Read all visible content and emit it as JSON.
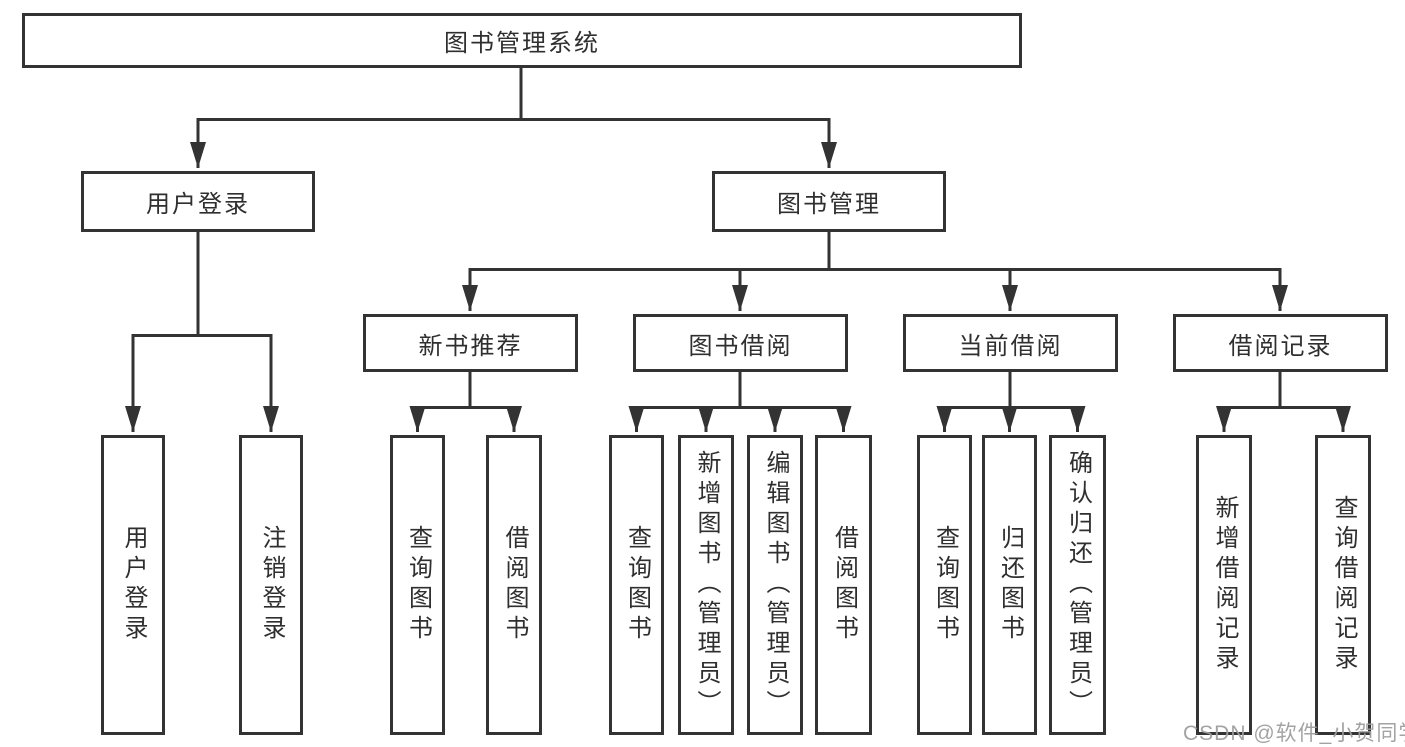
{
  "diagram_type": "hierarchy-tree",
  "tree": {
    "root": {
      "label": "图书管理系统"
    },
    "children": [
      {
        "label": "用户登录",
        "children": [
          {
            "label": "用户登录"
          },
          {
            "label": "注销登录"
          }
        ]
      },
      {
        "label": "图书管理",
        "children": [
          {
            "label": "新书推荐",
            "children": [
              {
                "label": "查询图书"
              },
              {
                "label": "借阅图书"
              }
            ]
          },
          {
            "label": "图书借阅",
            "children": [
              {
                "label": "查询图书"
              },
              {
                "label": "新增图书（管理员）"
              },
              {
                "label": "编辑图书（管理员）"
              },
              {
                "label": "借阅图书"
              }
            ]
          },
          {
            "label": "当前借阅",
            "children": [
              {
                "label": "查询图书"
              },
              {
                "label": "归还图书"
              },
              {
                "label": "确认归还（管理员）"
              }
            ]
          },
          {
            "label": "借阅记录",
            "children": [
              {
                "label": "新增借阅记录"
              },
              {
                "label": "查询借阅记录"
              }
            ]
          }
        ]
      }
    ]
  },
  "watermark": {
    "text": "CSDN @软件_小贺同学"
  },
  "colors": {
    "line": "#333333",
    "box_border": "#333333",
    "text": "#2f2f2f",
    "background": "#ffffff",
    "watermark": "#9e9e9e"
  }
}
